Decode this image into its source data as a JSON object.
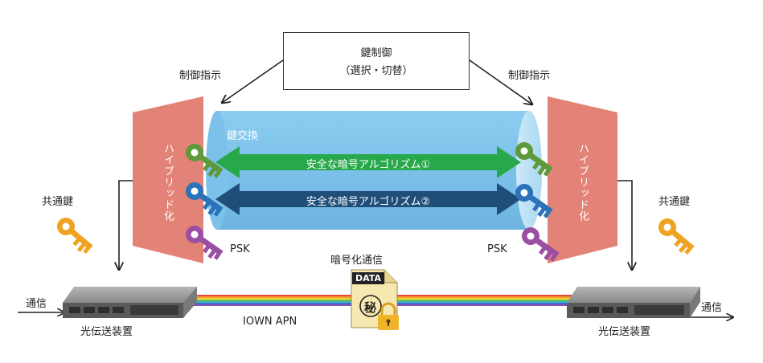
{
  "key_control": {
    "title": "鍵制御",
    "subtitle": "（選択・切替）"
  },
  "control_instruction_left": "制御指示",
  "control_instruction_right": "制御指示",
  "key_exchange": "鍵交換",
  "hybrid_left": "ハイブリッド化",
  "hybrid_right": "ハイブリッド化",
  "algorithm_1": "安全な暗号アルゴリズム①",
  "algorithm_2": "安全な暗号アルゴリズム②",
  "psk_left": "PSK",
  "psk_right": "PSK",
  "common_key_left": "共通鍵",
  "common_key_right": "共通鍵",
  "encrypted_comm": "暗号化通信",
  "data_badge": "DATA",
  "secret_mark": "秘",
  "apn": "IOWN APN",
  "comm_left": "通信",
  "comm_right": "通信",
  "device_left": "光伝送装置",
  "device_right": "光伝送装置",
  "colors": {
    "pipe": "#7fc3ea",
    "hybrid": "#e38276",
    "algo1": "#27a84a",
    "algo2": "#1f4e79",
    "key_green": "#5e9a3a",
    "key_blue": "#2a73b8",
    "key_purple": "#9b4fa3",
    "key_orange": "#f0a322"
  }
}
